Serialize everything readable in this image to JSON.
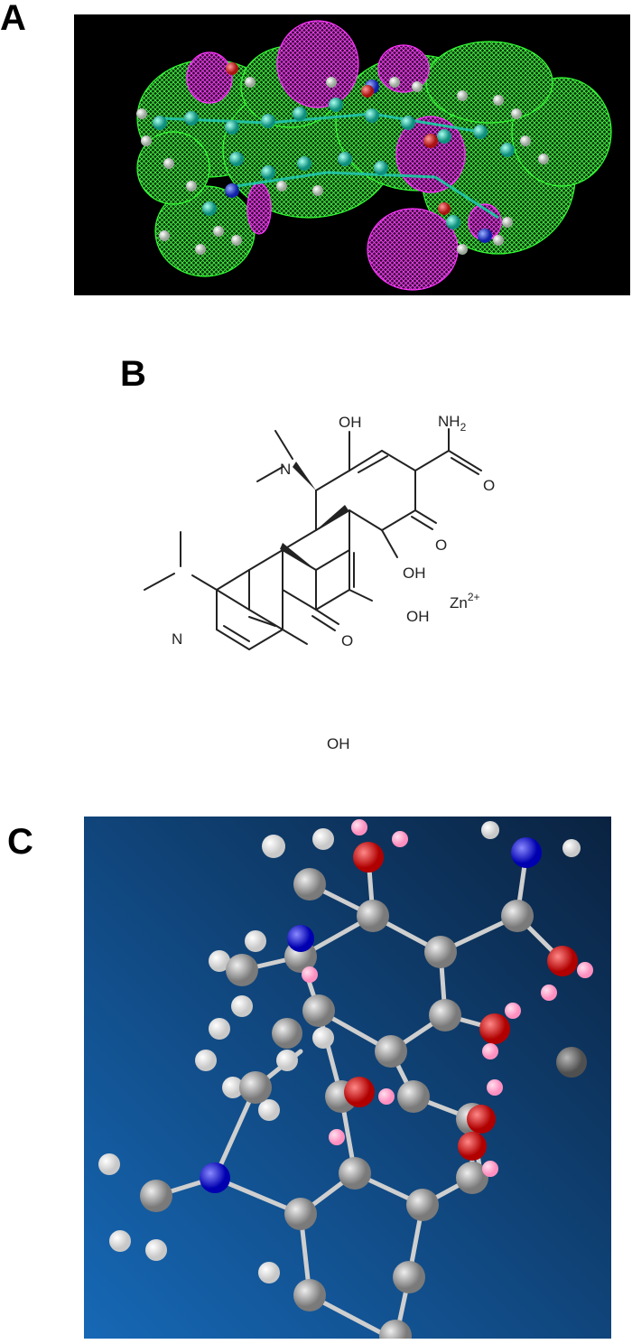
{
  "panels": {
    "a": {
      "letter": "A"
    },
    "b": {
      "letter": "B"
    },
    "c": {
      "letter": "C"
    }
  },
  "structure": {
    "labels": {
      "n_top": "N",
      "n_left": "N",
      "oh_top": "OH",
      "nh2": "NH",
      "nh2_sub": "2",
      "o_amide": "O",
      "o_ketone": "O",
      "oh_ring": "OH",
      "oh_enol": "OH",
      "zn": "Zn",
      "zn_charge": "2+",
      "o_lower": "O",
      "oh_phenol": "OH"
    }
  },
  "colors": {
    "panel_a_bg": "#000000",
    "isosurface_green": "#33ff33",
    "isosurface_magenta": "#ff33ff",
    "panel_c_bg_top": "#0b2a4e",
    "panel_c_bg_bottom": "#1565b0",
    "carbon": "#a6a6a6",
    "oxygen": "#ee1111",
    "nitrogen": "#1a1aff",
    "hydrogen": "#f4f4f4",
    "hydrogen_pink": "#ffb0d0",
    "zinc": "#7d7d7d"
  }
}
